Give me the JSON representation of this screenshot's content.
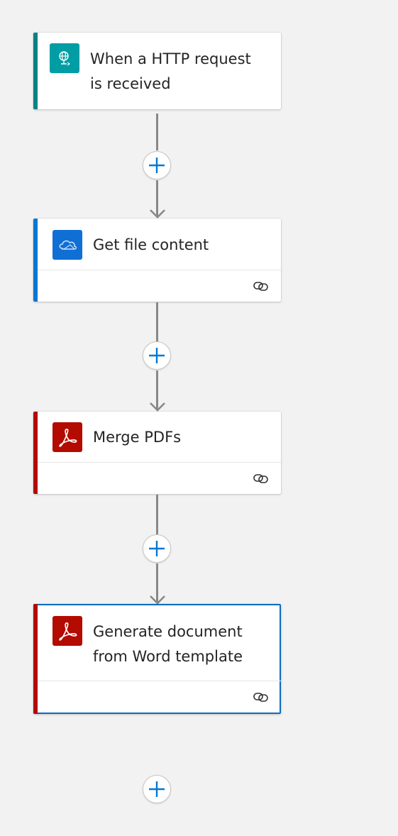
{
  "flow": {
    "steps": [
      {
        "title": "When a HTTP request is received",
        "title_line1": "When a HTTP request",
        "title_line2": "is received",
        "icon": "http-request-icon",
        "accent": "#038387",
        "tile_color": "#009da5",
        "has_connection": false,
        "selected": false
      },
      {
        "title": "Get file content",
        "icon": "onedrive-icon",
        "accent": "#0078d4",
        "tile_color": "#0f6fd5",
        "has_connection": true,
        "selected": false
      },
      {
        "title": "Merge PDFs",
        "icon": "adobe-pdf-icon",
        "accent": "#b30b00",
        "tile_color": "#b30b00",
        "has_connection": true,
        "selected": false
      },
      {
        "title": "Generate document from Word template",
        "title_line1": "Generate document",
        "title_line2": "from Word template",
        "icon": "adobe-pdf-icon",
        "accent": "#b30b00",
        "tile_color": "#b30b00",
        "has_connection": true,
        "selected": true
      }
    ],
    "add_action_icon": "plus-icon",
    "connection_icon": "link-icon",
    "colors": {
      "plus": "#0078d4",
      "connector": "#8a8886",
      "selected_border": "#0f6cbd"
    }
  }
}
